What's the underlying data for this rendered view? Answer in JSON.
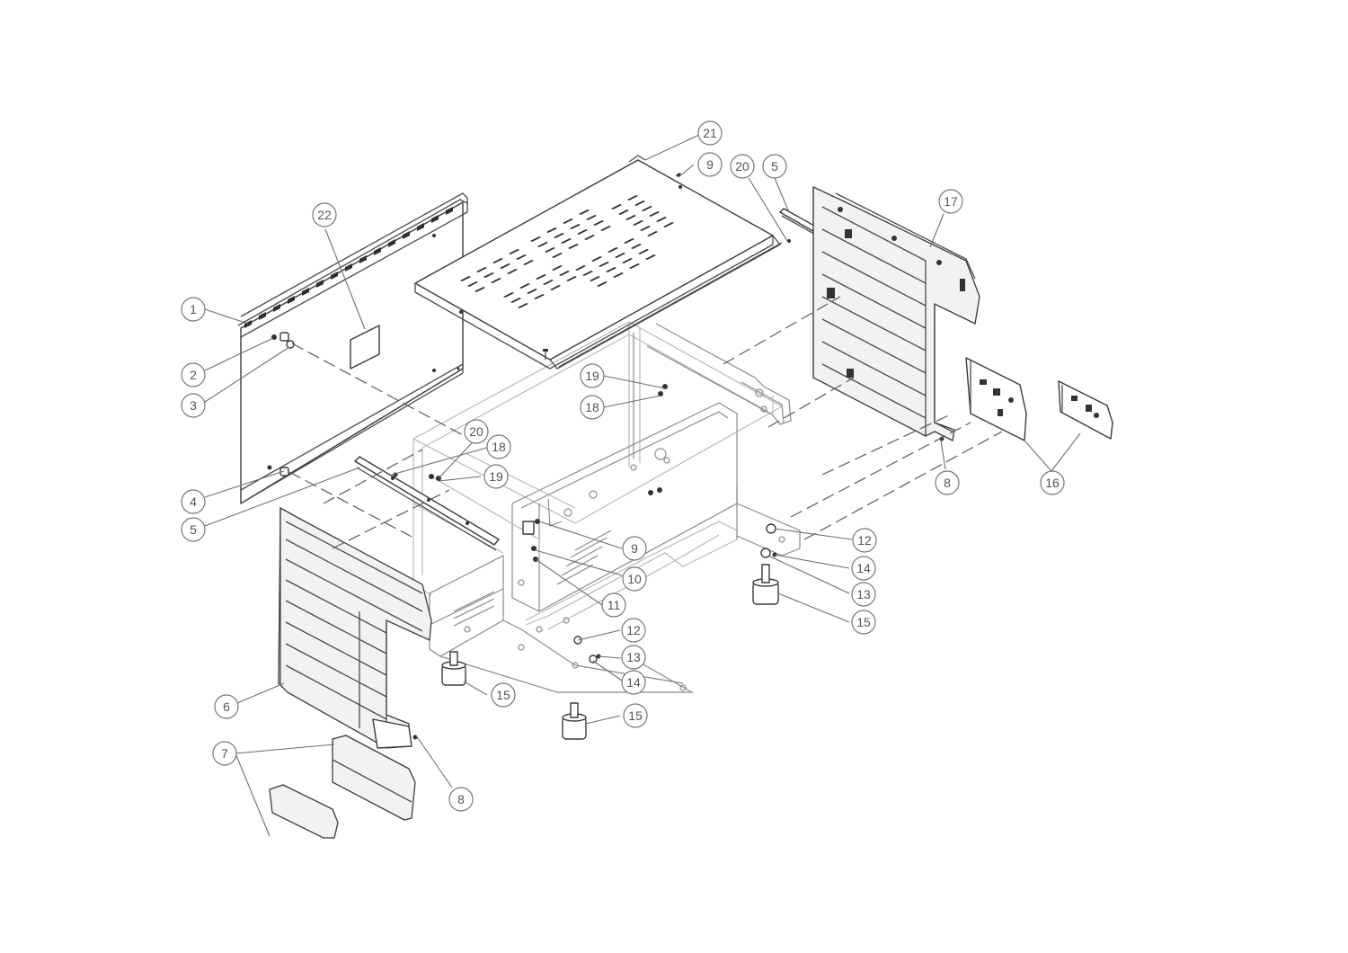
{
  "diagram": {
    "callouts": [
      {
        "id": "c1",
        "label": "1"
      },
      {
        "id": "c2",
        "label": "2"
      },
      {
        "id": "c3",
        "label": "3"
      },
      {
        "id": "c4",
        "label": "4"
      },
      {
        "id": "c5a",
        "label": "5"
      },
      {
        "id": "c5b",
        "label": "5"
      },
      {
        "id": "c6",
        "label": "6"
      },
      {
        "id": "c7",
        "label": "7"
      },
      {
        "id": "c8a",
        "label": "8"
      },
      {
        "id": "c8b",
        "label": "8"
      },
      {
        "id": "c9a",
        "label": "9"
      },
      {
        "id": "c9b",
        "label": "9"
      },
      {
        "id": "c10",
        "label": "10"
      },
      {
        "id": "c11",
        "label": "11"
      },
      {
        "id": "c12a",
        "label": "12"
      },
      {
        "id": "c12b",
        "label": "12"
      },
      {
        "id": "c13a",
        "label": "13"
      },
      {
        "id": "c13b",
        "label": "13"
      },
      {
        "id": "c14a",
        "label": "14"
      },
      {
        "id": "c14b",
        "label": "14"
      },
      {
        "id": "c15a",
        "label": "15"
      },
      {
        "id": "c15b",
        "label": "15"
      },
      {
        "id": "c15c",
        "label": "15"
      },
      {
        "id": "c16",
        "label": "16"
      },
      {
        "id": "c17",
        "label": "17"
      },
      {
        "id": "c18a",
        "label": "18"
      },
      {
        "id": "c18b",
        "label": "18"
      },
      {
        "id": "c19a",
        "label": "19"
      },
      {
        "id": "c19b",
        "label": "19"
      },
      {
        "id": "c20a",
        "label": "20"
      },
      {
        "id": "c20b",
        "label": "20"
      },
      {
        "id": "c21",
        "label": "21"
      },
      {
        "id": "c22",
        "label": "22"
      }
    ]
  }
}
